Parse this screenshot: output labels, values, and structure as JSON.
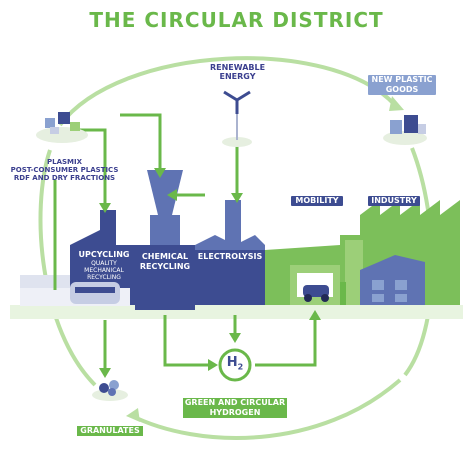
{
  "title": "THE CIRCULAR DISTRICT",
  "labels": {
    "renewable_energy_1": "RENEWABLE",
    "renewable_energy_2": "ENERGY",
    "new_plastic_1": "NEW PLASTIC",
    "new_plastic_2": "GOODS",
    "plasmix_1": "PLASMIX",
    "plasmix_2": "POST-CONSUMER PLASTICS",
    "plasmix_3": "RDF AND DRY FRACTIONS",
    "mobility": "MOBILITY",
    "industry": "INDUSTRY",
    "upcycling": "UPCYCLING",
    "upcycling_sub_1": "QUALITY",
    "upcycling_sub_2": "MECHANICAL",
    "upcycling_sub_3": "RECYCLING",
    "chemical_1": "CHEMICAL",
    "chemical_2": "RECYCLING",
    "electrolysis": "ELECTROLYSIS",
    "h2": "H",
    "h2_sub": "2",
    "hydrogen_1": "GREEN AND CIRCULAR",
    "hydrogen_2": "HYDROGEN",
    "granulates": "GRANULATES"
  },
  "colors": {
    "title": "#6ab84a",
    "arrow": "#8cc76a",
    "factory_dark": "#3d4c91",
    "factory_light": "#5f73b3",
    "building_green": "#5aa84f",
    "building_light": "#9ccf78",
    "tag_blue": "#6f85b5",
    "label": "#3b3f8f"
  }
}
